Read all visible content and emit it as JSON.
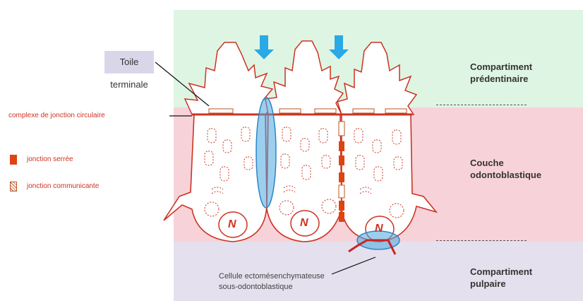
{
  "labels": {
    "toile_terminale": "Toile terminale",
    "complexe_jonction": "complexe de jonction circulaire",
    "jonction_serree": "jonction serrée",
    "jonction_communicante": "jonction communicante",
    "compartiment_predentinaire_1": "Compartiment",
    "compartiment_predentinaire_2": "prédentinaire",
    "couche_odontoblastique_1": "Couche",
    "couche_odontoblastique_2": "odontoblastique",
    "compartiment_pulpaire_1": "Compartiment",
    "compartiment_pulpaire_2": "pulpaire",
    "cellule_1": "Cellule ectomésenchymateuse",
    "cellule_2": "sous-odontoblastique",
    "nucleus": "N"
  },
  "colors": {
    "predentin_zone": "#dff5e3",
    "odontoblast_zone": "#f7d3d9",
    "pulp_zone": "#e4e0ed",
    "cell_outline": "#cc3322",
    "tight_junction": "#dd4411",
    "highlight": "#4aa8e0",
    "arrow": "#29a9e6"
  }
}
